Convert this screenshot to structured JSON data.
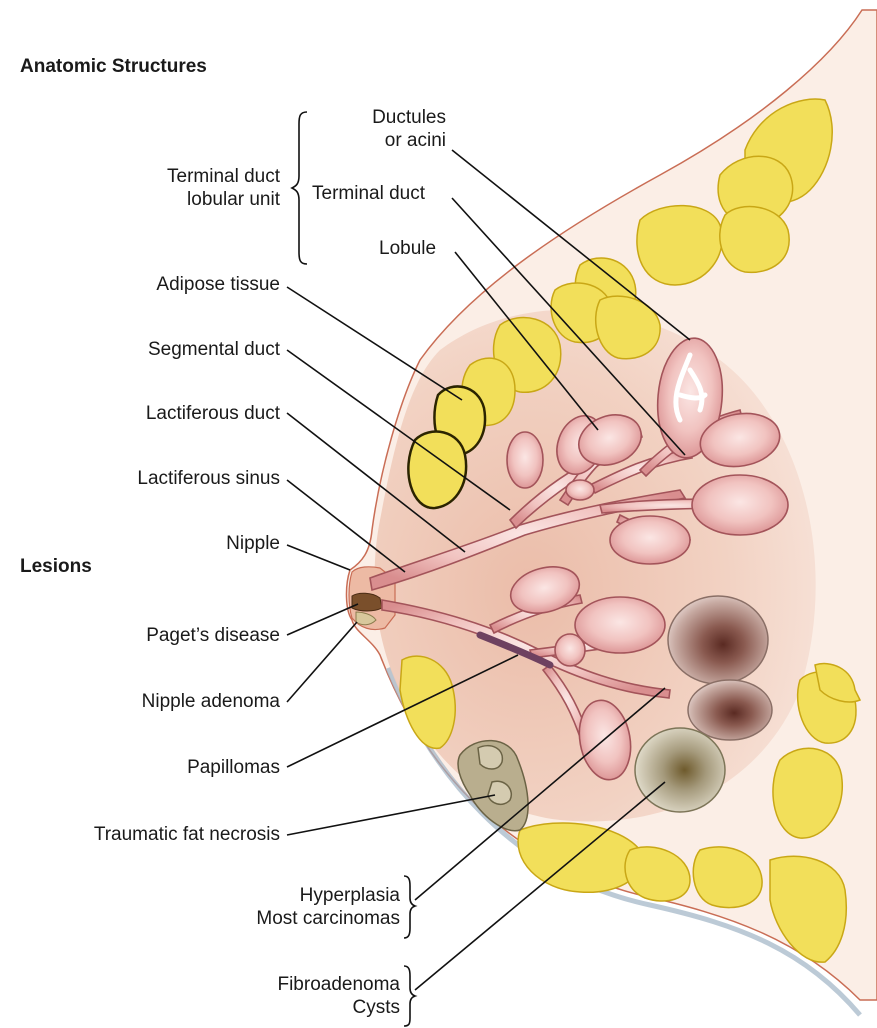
{
  "headings": {
    "anatomic": "Anatomic Structures",
    "lesions": "Lesions"
  },
  "anatomy": {
    "tdlu": [
      "Terminal duct",
      "lobular unit"
    ],
    "ductules": [
      "Ductules",
      "or acini"
    ],
    "terminal_duct": "Terminal duct",
    "lobule": "Lobule",
    "adipose": "Adipose tissue",
    "segmental": "Segmental duct",
    "lactiferous_duct": "Lactiferous duct",
    "lactiferous_sinus": "Lactiferous sinus",
    "nipple": "Nipple"
  },
  "lesions": {
    "paget": "Paget’s disease",
    "adenoma": "Nipple adenoma",
    "papillomas": "Papillomas",
    "fat_necrosis": "Traumatic fat necrosis",
    "hyperplasia": [
      "Hyperplasia",
      "Most carcinomas"
    ],
    "fibroadenoma": [
      "Fibroadenoma",
      "Cysts"
    ]
  },
  "colors": {
    "skin": "#f7e3d7",
    "gland": "#efc7b4",
    "duct": "#e2a3a2",
    "duct_edge": "#a3545a",
    "fat": "#f2df5a",
    "fat_edge": "#c9a716",
    "lesion_dark": "#7b5a52",
    "necrosis": "#b9ae8e"
  }
}
